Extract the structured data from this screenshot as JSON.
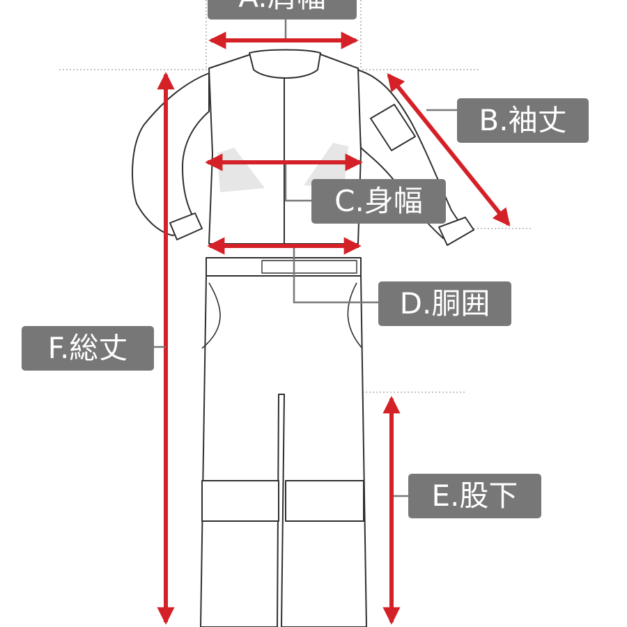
{
  "colors": {
    "arrow": "#d42027",
    "label_bg": "#777777",
    "label_text": "#ffffff",
    "outline": "#2e2e2e"
  },
  "measurements": {
    "a": {
      "label": "A.肩幅"
    },
    "b": {
      "label": "B.袖丈"
    },
    "c": {
      "label": "C.身幅"
    },
    "d": {
      "label": "D.胴囲"
    },
    "e": {
      "label": "E.股下"
    },
    "f": {
      "label": "F.総丈"
    }
  }
}
